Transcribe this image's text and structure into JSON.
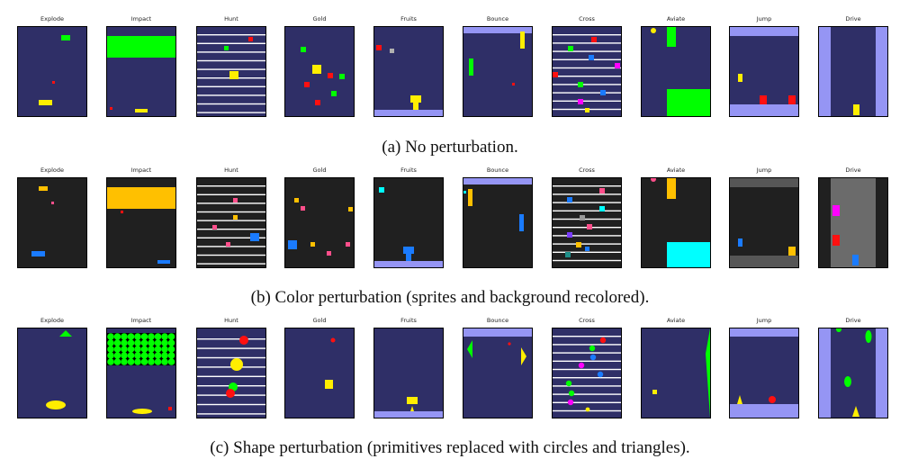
{
  "game_titles": [
    "Explode",
    "Impact",
    "Hunt",
    "Gold",
    "Fruits",
    "Bounce",
    "Cross",
    "Aviate",
    "Jump",
    "Drive"
  ],
  "rows": [
    {
      "caption": "(a) No perturbation."
    },
    {
      "caption": "(b) Color perturbation (sprites and background recolored)."
    },
    {
      "caption": "(c) Shape perturbation (primitives replaced with circles and triangles)."
    }
  ],
  "colors": {
    "navy_bg": "#2f2f67",
    "dark_bg": "#202020",
    "lavender": "#9595f4",
    "green": "#00ff00",
    "yellow": "#ffee00",
    "red": "#ff1010",
    "orange": "#ffc000",
    "blue": "#1a7bff",
    "pink": "#ff4f8b",
    "cyan": "#00ffff",
    "magenta": "#ff00ff",
    "white": "#ffffff"
  }
}
